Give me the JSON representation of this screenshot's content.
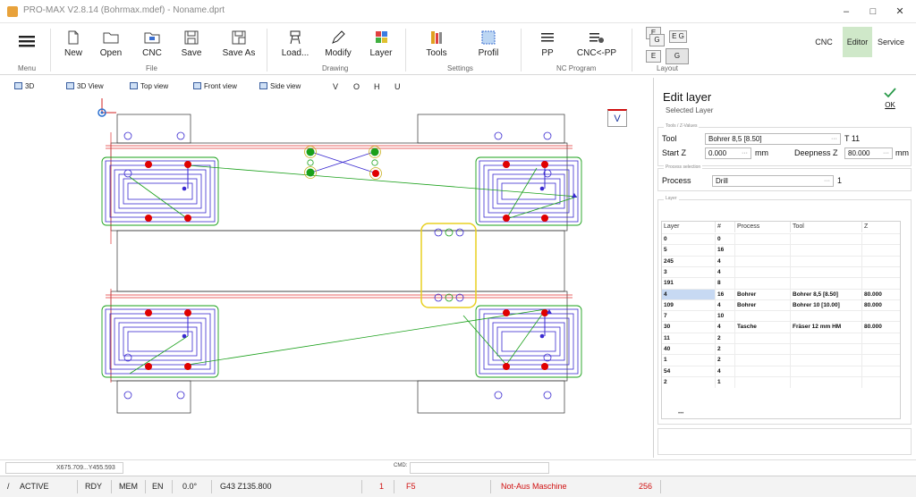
{
  "window": {
    "title": "PRO-MAX V2.8.14 (Bohrmax.mdef)  -  Noname.dprt",
    "minimize": "–",
    "maximize": "□",
    "close": "✕"
  },
  "ribbon": {
    "menu": {
      "label": "Menu",
      "icon": "hamburger-icon"
    },
    "file": {
      "group": "File",
      "new": "New",
      "open": "Open",
      "cnc": "CNC",
      "save": "Save",
      "save_as": "Save As"
    },
    "drawing": {
      "group": "Drawing",
      "load": "Load...",
      "modify": "Modify",
      "layer": "Layer"
    },
    "settings": {
      "group": "Settings",
      "tools": "Tools",
      "profil": "Profil"
    },
    "nc": {
      "group": "NC Program",
      "pp": "PP",
      "cnc_pp": "CNC<-PP"
    },
    "layout": {
      "group": "Layout",
      "eg_top": "E",
      "eg_bot": "G",
      "eg2": "E G",
      "e": "E",
      "g": "G"
    },
    "modes": {
      "cnc": "CNC",
      "editor": "Editor",
      "service": "Service"
    }
  },
  "view_toolbar": {
    "b3d": "3D",
    "view3d": "3D View",
    "top": "Top view",
    "front": "Front view",
    "side": "Side view",
    "v": "V",
    "o": "O",
    "h": "H",
    "u": "U"
  },
  "canvas": {
    "view_marker": "V"
  },
  "panel": {
    "title": "Edit layer",
    "subtitle": "Selected Layer",
    "ok": "OK",
    "tools_group": "Tools / Z-Values",
    "tool_label": "Tool",
    "tool_value": "Bohrer 8,5 [8.50]",
    "tool_number": "T 11",
    "startz_label": "Start Z",
    "startz_value": "0.000",
    "unit_mm": "mm",
    "deep_label": "Deepness Z",
    "deep_value": "80.000",
    "process_group": "Process selection",
    "process_label": "Process",
    "process_value": "Drill",
    "process_count": "1",
    "layer_group": "Layer",
    "table": {
      "columns": [
        "Layer",
        "#",
        "Process",
        "Tool",
        "Z"
      ],
      "rows": [
        [
          "0",
          "0",
          "",
          "",
          ""
        ],
        [
          "5",
          "16",
          "",
          "",
          ""
        ],
        [
          "245",
          "4",
          "",
          "",
          ""
        ],
        [
          "3",
          "4",
          "",
          "",
          ""
        ],
        [
          "191",
          "8",
          "",
          "",
          ""
        ],
        [
          "4",
          "16",
          "Bohrer",
          "Bohrer 8,5 [8.50]",
          "80.000"
        ],
        [
          "109",
          "4",
          "Bohrer",
          "Bohrer 10 [10.00]",
          "80.000"
        ],
        [
          "7",
          "10",
          "",
          "",
          ""
        ],
        [
          "30",
          "4",
          "Tasche",
          "Fräser 12 mm HM",
          "80.000"
        ],
        [
          "11",
          "2",
          "",
          "",
          ""
        ],
        [
          "40",
          "2",
          "",
          "",
          ""
        ],
        [
          "1",
          "2",
          "",
          "",
          ""
        ],
        [
          "54",
          "4",
          "",
          "",
          ""
        ],
        [
          "2",
          "1",
          "",
          "",
          ""
        ]
      ],
      "selected_row": 5,
      "footer": "•••"
    }
  },
  "coords": {
    "readout": "X675.709...Y455.593",
    "cmd_label": "CMD:"
  },
  "status": {
    "slash": "/",
    "active": "ACTIVE",
    "rdy": "RDY",
    "mem": "MEM",
    "en": "EN",
    "angle": "0.0°",
    "gcode": "G43 Z135.800",
    "one": "1",
    "f5": "F5",
    "notaus": "Not-Aus Maschine",
    "num": "256"
  },
  "colors": {
    "selected_mode": "#cfe8c9",
    "selected_row": "#c7d9f3",
    "status_red": "#d01010",
    "drill_red": "#e00000",
    "drill_green": "#1aa01a",
    "toolpath": "#3a2ad0"
  }
}
